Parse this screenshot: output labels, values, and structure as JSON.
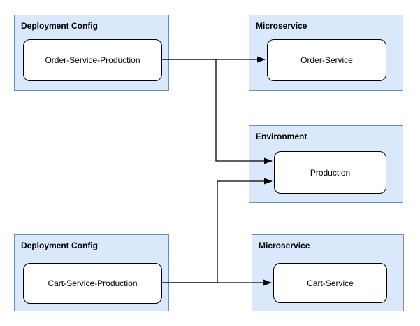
{
  "diagram": {
    "containers": [
      {
        "label": "Deployment Config"
      },
      {
        "label": "Microservice"
      },
      {
        "label": "Environment"
      },
      {
        "label": "Deployment Config"
      },
      {
        "label": "Microservice"
      }
    ],
    "nodes": [
      {
        "label": "Order-Service-Production",
        "container": "Deployment Config"
      },
      {
        "label": "Order-Service",
        "container": "Microservice"
      },
      {
        "label": "Production",
        "container": "Environment"
      },
      {
        "label": "Cart-Service-Production",
        "container": "Deployment Config"
      },
      {
        "label": "Cart-Service",
        "container": "Microservice"
      }
    ],
    "edges": [
      {
        "from": "Order-Service-Production",
        "to": "Order-Service"
      },
      {
        "from": "Order-Service-Production",
        "to": "Production"
      },
      {
        "from": "Cart-Service-Production",
        "to": "Cart-Service"
      },
      {
        "from": "Cart-Service-Production",
        "to": "Production"
      }
    ],
    "colors": {
      "background": "#ffffff",
      "container_fill": "#dae8fc",
      "container_border": "#6c8ebf",
      "node_fill": "#ffffff",
      "node_border": "#000000",
      "edge": "#000000"
    }
  }
}
